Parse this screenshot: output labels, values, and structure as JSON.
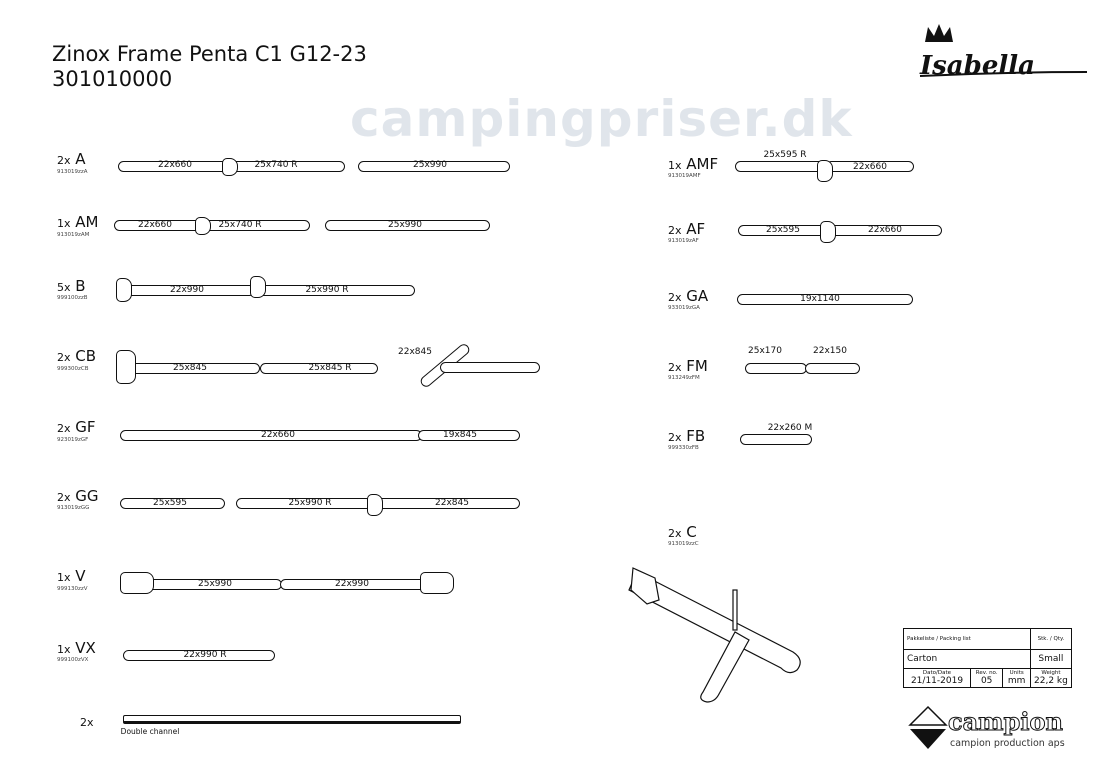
{
  "header": {
    "title": "Zinox Frame Penta C1 G12-23",
    "number": "301010000",
    "brand": "Isabella"
  },
  "watermark": "campingpriser.dk",
  "parts_left": [
    {
      "qty": "2x",
      "name": "A",
      "code": "913019zzA",
      "segments": [
        "22x660",
        "25x740 R",
        "25x990"
      ]
    },
    {
      "qty": "1x",
      "name": "AM",
      "code": "913019zAM",
      "segments": [
        "22x660",
        "25x740 R",
        "25x990"
      ]
    },
    {
      "qty": "5x",
      "name": "B",
      "code": "999100zzB",
      "segments": [
        "22x990",
        "25x990 R"
      ]
    },
    {
      "qty": "2x",
      "name": "CB",
      "code": "999300zCB",
      "segments": [
        "25x845",
        "25x845 R",
        "22x845"
      ]
    },
    {
      "qty": "2x",
      "name": "GF",
      "code": "923019zGF",
      "segments": [
        "22x660",
        "19x845"
      ]
    },
    {
      "qty": "2x",
      "name": "GG",
      "code": "913019zGG",
      "segments": [
        "25x595",
        "25x990 R",
        "22x845"
      ]
    },
    {
      "qty": "1x",
      "name": "V",
      "code": "999130zzV",
      "segments": [
        "25x990",
        "22x990"
      ]
    },
    {
      "qty": "1x",
      "name": "VX",
      "code": "999100zVX",
      "segments": [
        "22x990 R"
      ]
    },
    {
      "qty": "2x",
      "label": "Double channel"
    }
  ],
  "parts_right": [
    {
      "qty": "1x",
      "name": "AMF",
      "code": "913019AMF",
      "segments": [
        "25x595 R",
        "22x660"
      ]
    },
    {
      "qty": "2x",
      "name": "AF",
      "code": "913019zAF",
      "segments": [
        "25x595",
        "22x660"
      ]
    },
    {
      "qty": "2x",
      "name": "GA",
      "code": "933019zGA",
      "segments": [
        "19x1140"
      ]
    },
    {
      "qty": "2x",
      "name": "FM",
      "code": "913249zFM",
      "segments": [
        "25x170",
        "22x150"
      ]
    },
    {
      "qty": "2x",
      "name": "FB",
      "code": "999330zFB",
      "segments": [
        "22x260 M"
      ]
    },
    {
      "qty": "2x",
      "name": "C",
      "code": "913019zzC"
    }
  ],
  "packing": {
    "header": "Pakkeliste / Packing list",
    "qty_header": "Stk. / Qty.",
    "item": "Carton",
    "qty": "Small",
    "date_label": "Dato/Date",
    "date": "21/11-2019",
    "rev_label": "Rev. no.",
    "rev": "05",
    "units_label": "Units",
    "units": "mm",
    "weight_label": "Weight",
    "weight": "22,2 kg"
  },
  "footer": {
    "logo": "campion",
    "company": "campion production aps"
  }
}
